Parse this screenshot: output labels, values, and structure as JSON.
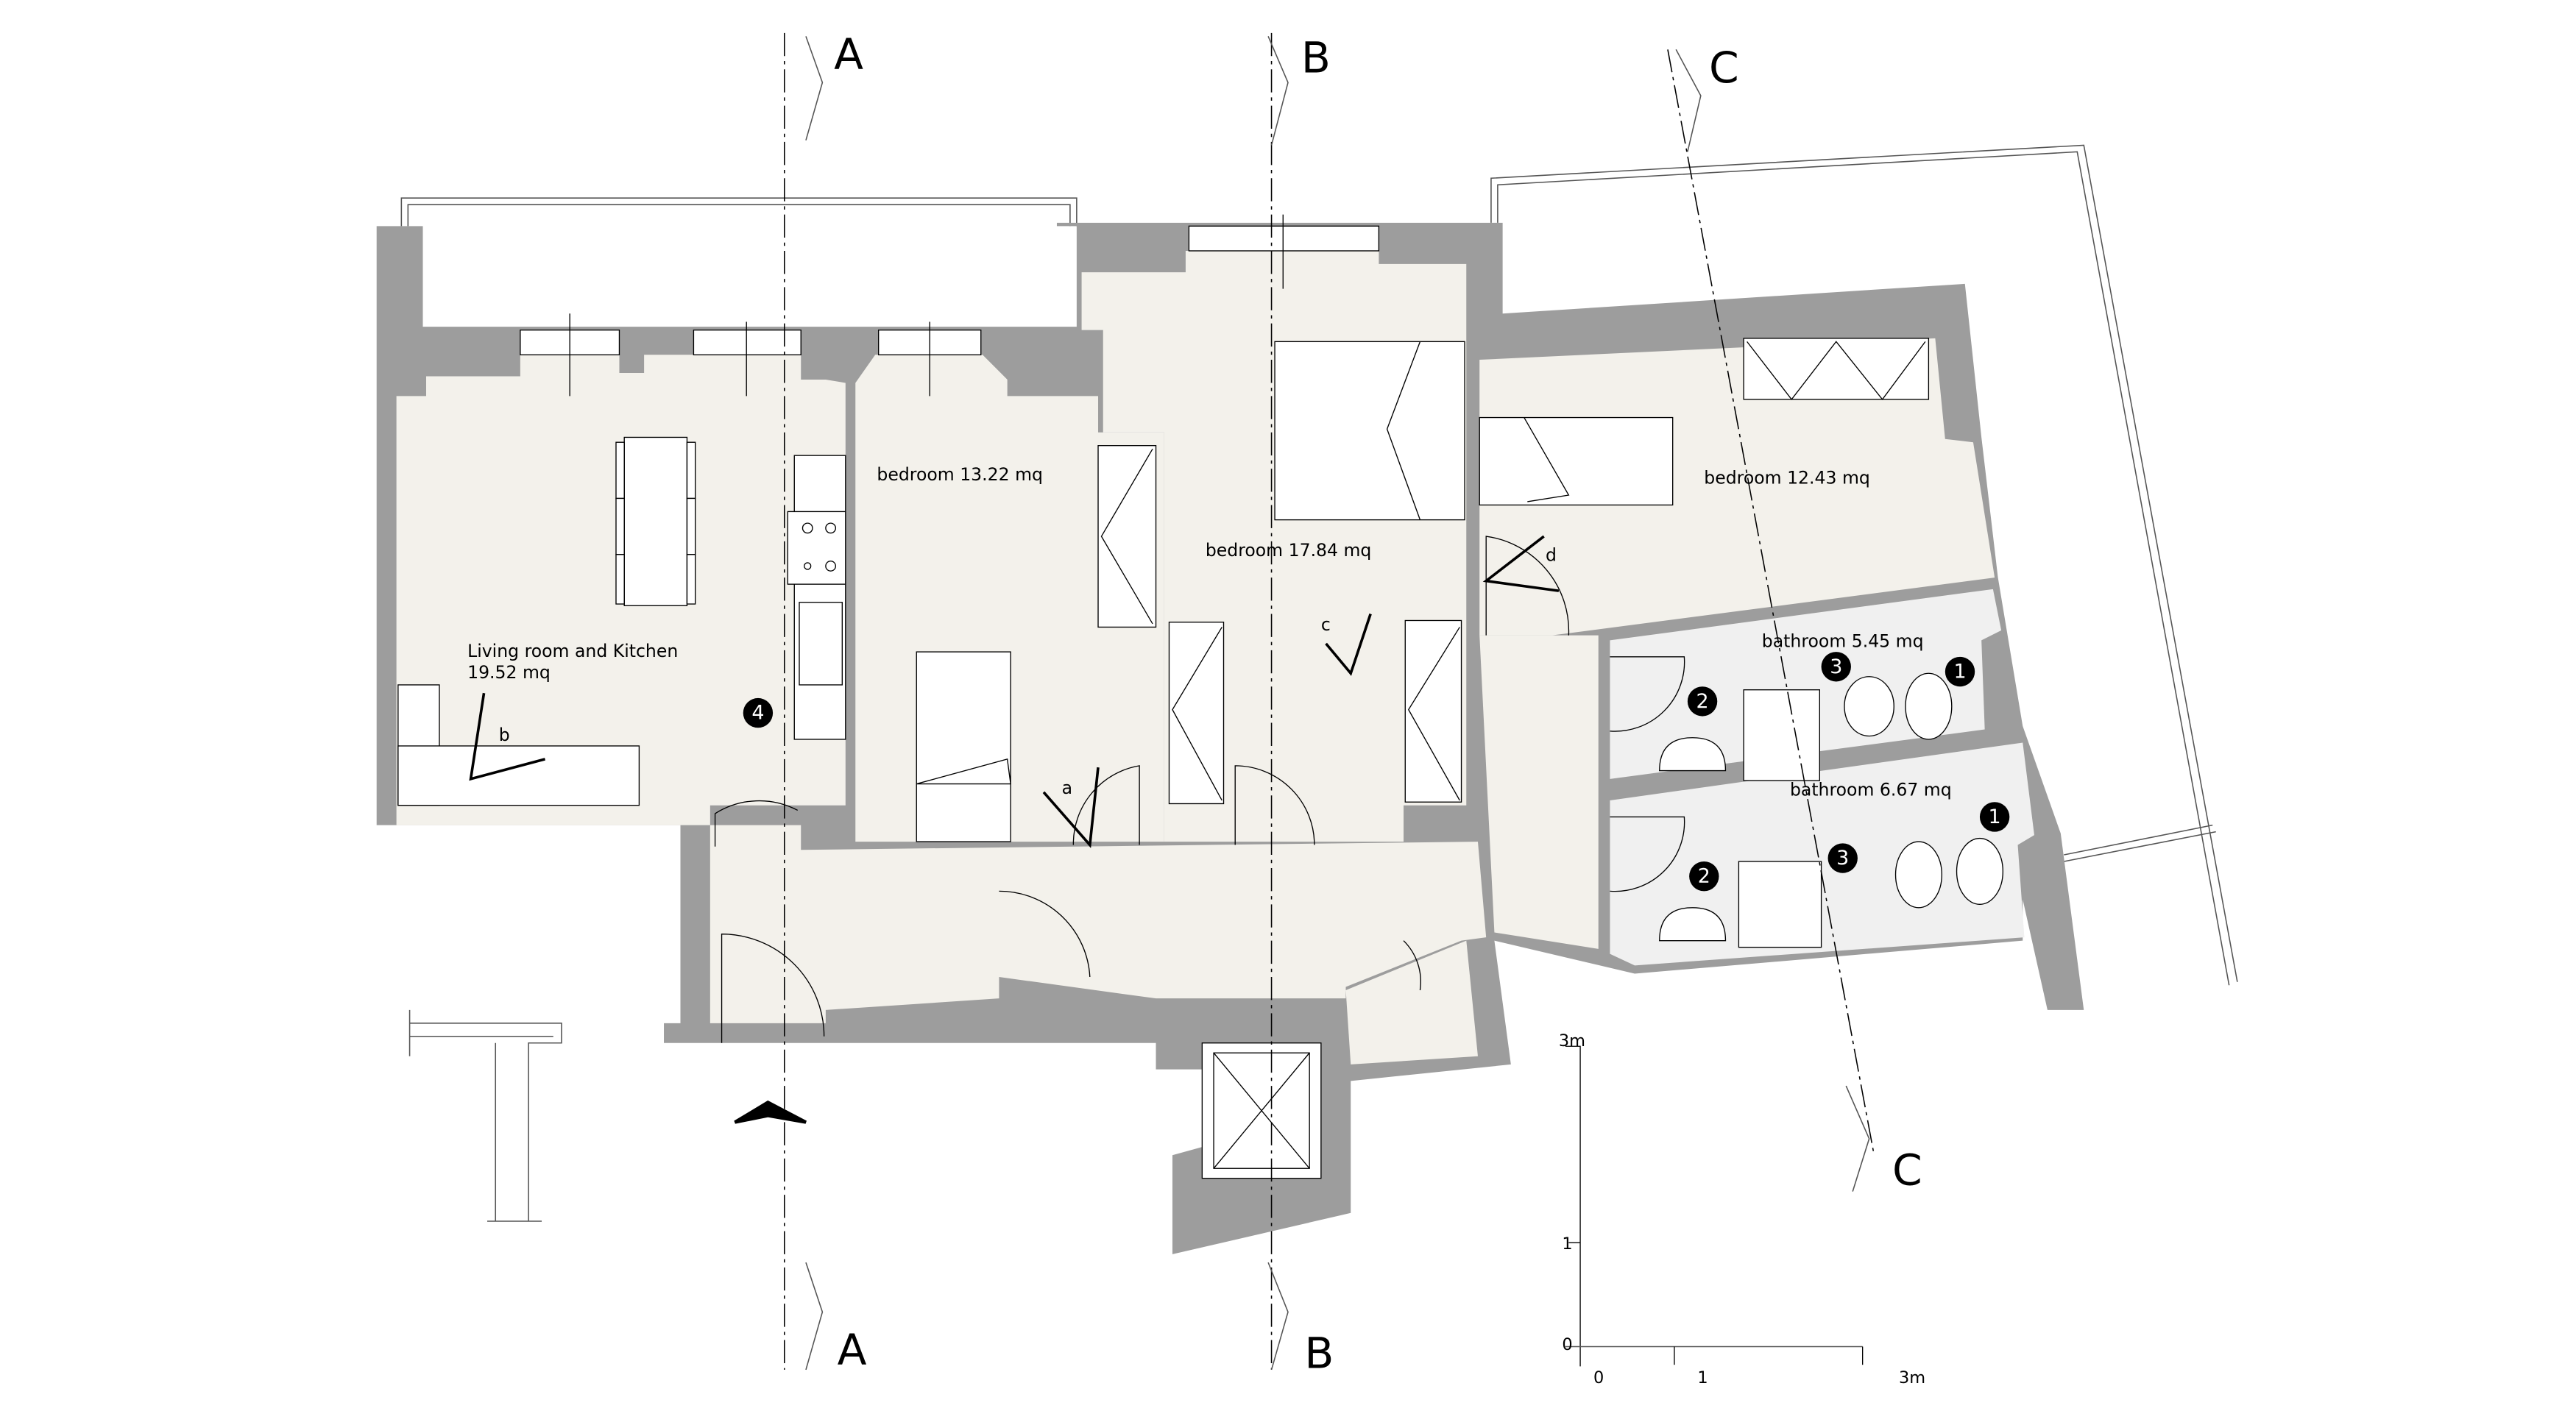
{
  "rooms": {
    "living": {
      "name": "Living room and Kitchen",
      "area": "19.52 mq"
    },
    "bedroom1": "bedroom  13.22 mq",
    "bedroom2": "bedroom  17.84 mq",
    "bedroom3": "bedroom  12.43 mq",
    "bathroom1": "bathroom  5.45 mq",
    "bathroom2": "bathroom  6.67 mq"
  },
  "sections": {
    "a": "A",
    "b": "B",
    "c": "C"
  },
  "views": {
    "a": "a",
    "b": "b",
    "c": "c",
    "d": "d"
  },
  "badges": {
    "one": "1",
    "two": "2",
    "three": "3",
    "four": "4"
  },
  "scale": {
    "top": "3m",
    "mid": "1",
    "zero": "0",
    "x_zero": "0",
    "x_one": "1",
    "x_end": "3m"
  },
  "colors": {
    "wall": "#9d9d9d",
    "floor": "#f3f1eb",
    "bathroom_floor": "#f0f0f0"
  }
}
